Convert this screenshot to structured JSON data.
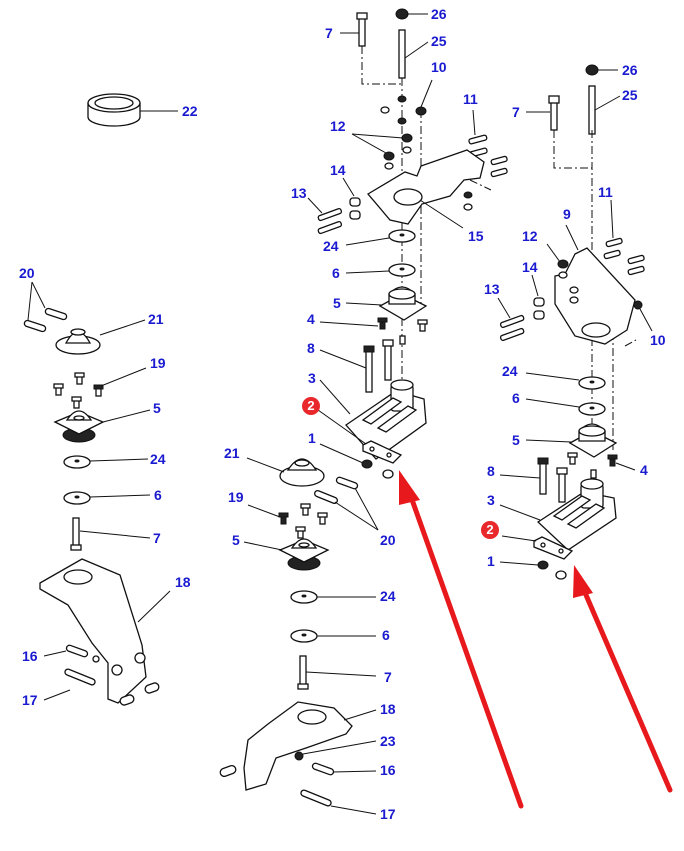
{
  "title": "Engine mount exploded parts diagram",
  "colors": {
    "label": "#1a1ad0",
    "highlight_badge": "#e8282b",
    "arrow": "#e8191c",
    "linework": "#111111",
    "background": "#ffffff"
  },
  "labels": {
    "top_left": {
      "p22": "22"
    },
    "left_assembly": {
      "p20": "20",
      "p21": "21",
      "p19": "19",
      "p5": "5",
      "p24": "24",
      "p6": "6",
      "p7": "7",
      "p18": "18",
      "p16": "16",
      "p17": "17"
    },
    "center_upper_assembly": {
      "p7": "7",
      "p26": "26",
      "p25": "25",
      "p10": "10",
      "p11": "11",
      "p12": "12",
      "p14": "14",
      "p13": "13",
      "p15": "15",
      "p24": "24",
      "p6": "6",
      "p5": "5",
      "p4": "4",
      "p8": "8",
      "p3": "3",
      "p2": "2",
      "p1": "1"
    },
    "center_lower_assembly": {
      "p21": "21",
      "p19": "19",
      "p20": "20",
      "p5": "5",
      "p24": "24",
      "p6": "6",
      "p7": "7",
      "p18": "18",
      "p23": "23",
      "p16": "16",
      "p17": "17"
    },
    "right_assembly": {
      "p7": "7",
      "p26": "26",
      "p25": "25",
      "p11": "11",
      "p9": "9",
      "p12": "12",
      "p14": "14",
      "p13": "13",
      "p10": "10",
      "p24": "24",
      "p6": "6",
      "p5": "5",
      "p8": "8",
      "p4": "4",
      "p3": "3",
      "p2": "2",
      "p1": "1"
    }
  },
  "highlighted_part": "2",
  "icons": {
    "highlight_badge": "red-circle-badge",
    "pointer_arrows": "red-arrow"
  }
}
